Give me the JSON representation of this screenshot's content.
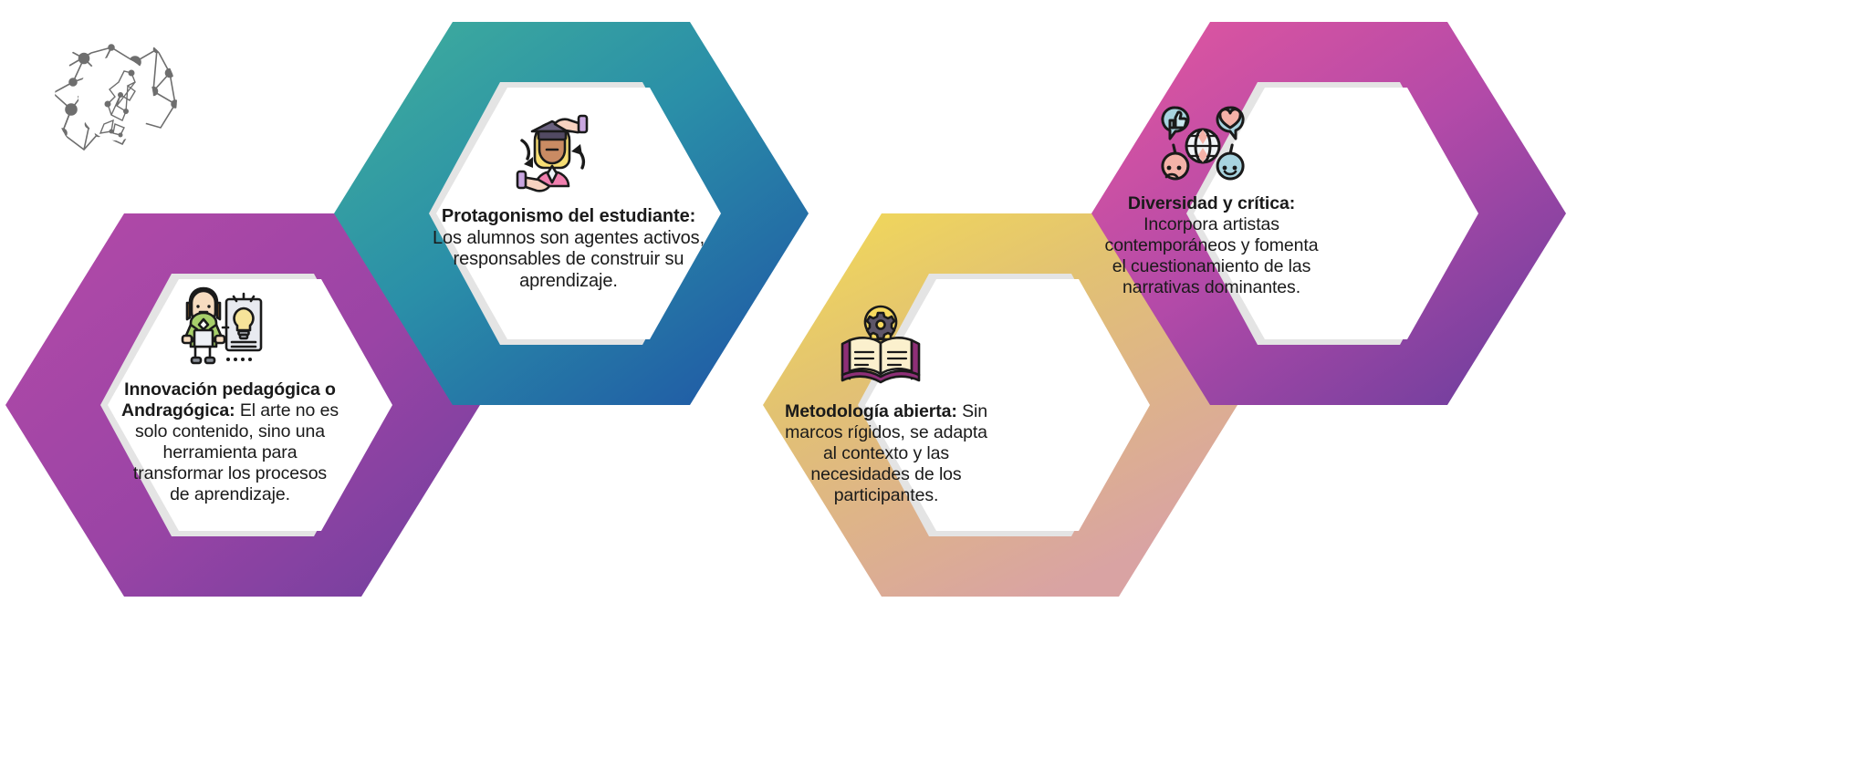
{
  "meta": {
    "kind": "hexagon-infographic",
    "background_color": "#ffffff",
    "text_color": "#1a1a1a"
  },
  "logo": {
    "name": "abstract-network-letter-g-logo",
    "color": "#6e6e6e",
    "alt_text": "G"
  },
  "cards": [
    {
      "id": "innovacion",
      "title": "Innovación pedagógica o Andragógica:",
      "body": "El arte no es solo contenido, sino una herramienta para transformar los procesos de aprendizaje.",
      "icon_name": "teacher-presenting-lightbulb-icon",
      "border_from": "#b44aa8",
      "border_to": "#7a3f9e",
      "inner_shadow": "#e4e4e4",
      "inner_fill": "#ffffff"
    },
    {
      "id": "protagonismo",
      "title": "Protagonismo del estudiante:",
      "body": "Los alumnos son agentes activos, responsables de construir su aprendizaje.",
      "icon_name": "graduate-student-in-hands-icon",
      "border_from": "#3aa999",
      "border_to": "#1f5fa8",
      "inner_shadow": "#e4e4e4",
      "inner_fill": "#ffffff"
    },
    {
      "id": "metodologia",
      "title": "Metodología abierta:",
      "body": "Sin marcos rígidos, se adapta al contexto y las necesidades de los participantes.",
      "icon_name": "open-book-lightbulb-gear-icon",
      "border_from": "#f2d44e",
      "border_to": "#d99a9a",
      "inner_shadow": "#e4e4e4",
      "inner_fill": "#ffffff"
    },
    {
      "id": "diversidad",
      "title": "Diversidad y crítica:",
      "body": "Incorpora artistas contemporáneos y fomenta el cuestionamiento de las narrativas dominantes.",
      "icon_name": "global-diversity-emoji-icon",
      "border_from": "#e0559f",
      "border_to": "#7a3f9e",
      "inner_shadow": "#e4e4e4",
      "inner_fill": "#ffffff"
    }
  ],
  "card_text": {
    "c1_title": "Innovación pedagógica o Andragógica:",
    "c1_body": "El arte no es solo contenido, sino una herramienta para transformar los procesos de aprendizaje.",
    "c2_title": "Protagonismo del estudiante:",
    "c2_body": "Los alumnos son agentes activos, responsables de construir su aprendizaje.",
    "c3_title": "Metodología abierta:",
    "c3_body": "Sin marcos rígidos, se adapta al contexto y las necesidades de los participantes.",
    "c4_title": "Diversidad y crítica:",
    "c4_body": "Incorpora artistas contemporáneos y fomenta el cuestionamiento de las narrativas dominantes."
  }
}
